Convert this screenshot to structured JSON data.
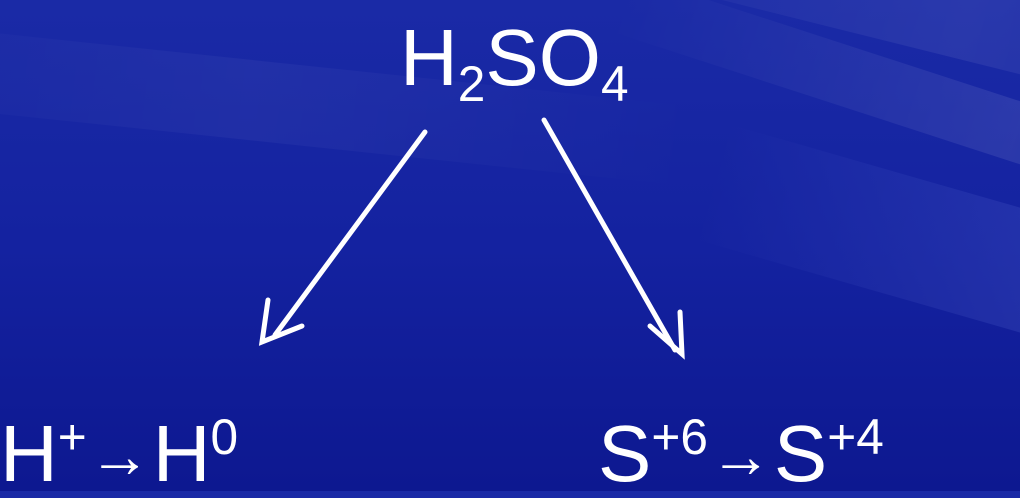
{
  "acid": {
    "base1": "H",
    "sub1": "2",
    "base2": "SO",
    "sub2": "4"
  },
  "left_equation": {
    "from": "H",
    "from_sup": "+",
    "arrow": "→",
    "to": "H",
    "to_sup": "0"
  },
  "right_equation": {
    "from": "S",
    "from_sup": "+6",
    "arrow": "→",
    "to": "S",
    "to_sup": "+4"
  },
  "colors": {
    "background": "#1422a0",
    "text": "#ffffff"
  }
}
